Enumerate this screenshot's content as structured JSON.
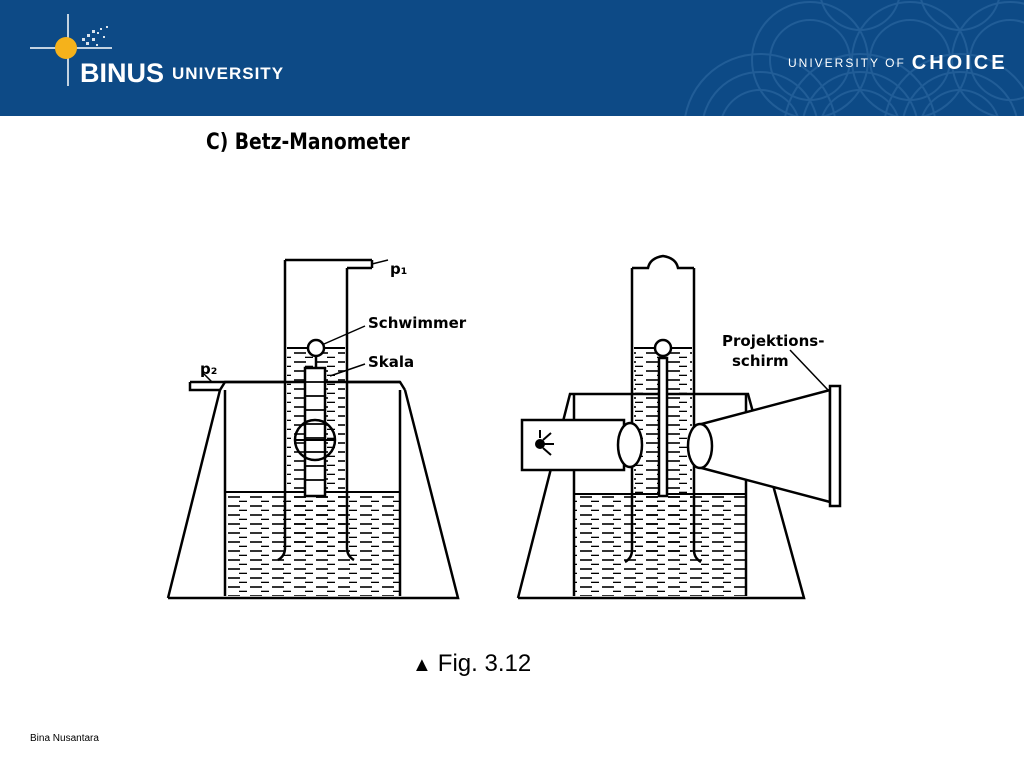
{
  "header": {
    "logo": {
      "brand": "BINUS",
      "suffix": "UNIVERSITY",
      "icon": "binus-globe-logo-icon"
    },
    "tagline": {
      "prefix": "UNIVERSITY OF",
      "emphasis": "CHOICE"
    },
    "colors": {
      "background": "#0d4a86",
      "accent": "#f5b21b"
    }
  },
  "slide": {
    "title": "C)  Betz-Manometer"
  },
  "diagram": {
    "labels": {
      "p1": "p₁",
      "p2": "p₂",
      "schwimmer": "Schwimmer",
      "skala": "Skala",
      "projektion_line1": "Projektions-",
      "projektion_line2": "schirm"
    },
    "icons": {
      "light_source": "light-source-icon"
    }
  },
  "caption": {
    "marker": "▲",
    "text": "Fig. 3.12"
  },
  "footer": {
    "text": "Bina Nusantara"
  }
}
